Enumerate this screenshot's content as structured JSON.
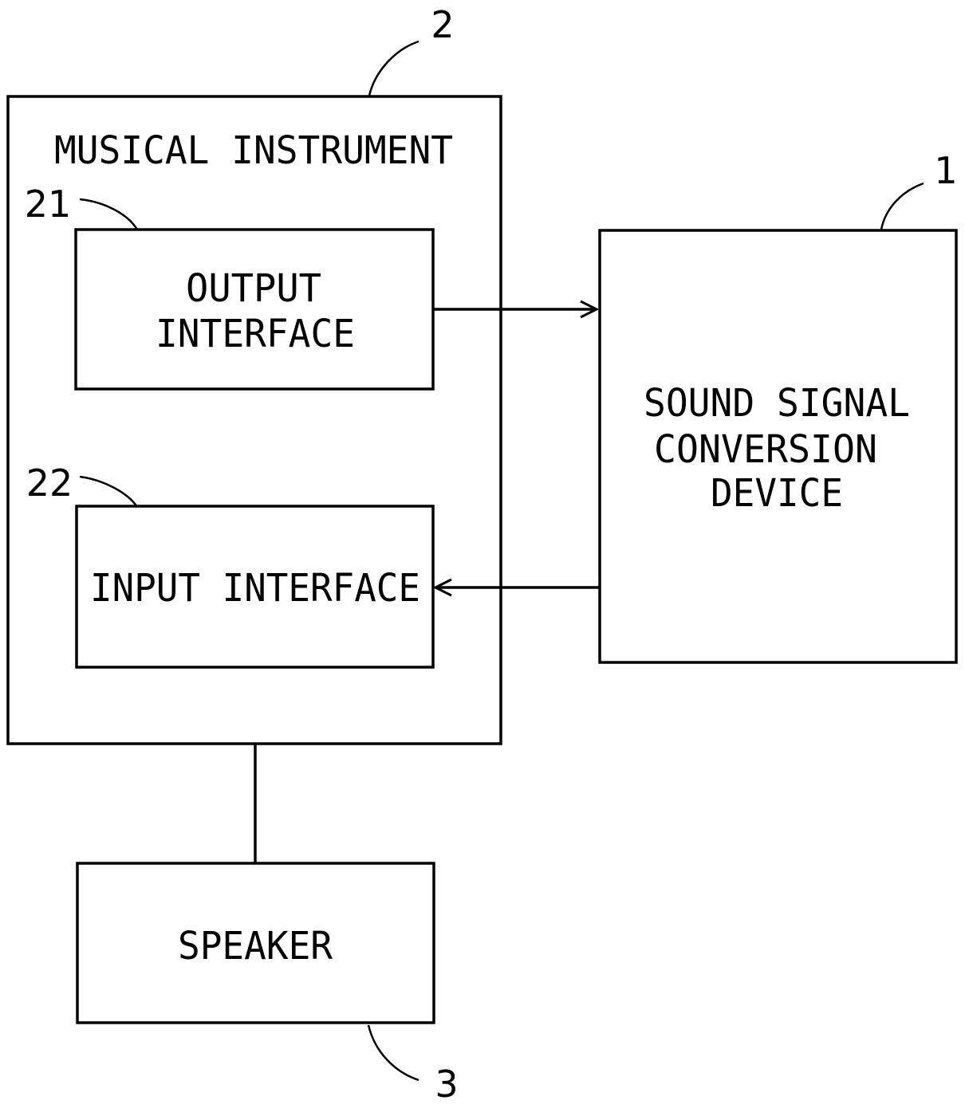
{
  "musical_instrument": {
    "ref": "2",
    "label": "MUSICAL INSTRUMENT"
  },
  "output_interface": {
    "ref": "21",
    "line1": "OUTPUT",
    "line2": "INTERFACE"
  },
  "input_interface": {
    "ref": "22",
    "label": "INPUT INTERFACE"
  },
  "conversion_device": {
    "ref": "1",
    "line1": "SOUND SIGNAL",
    "line2": "CONVERSION",
    "line3": "DEVICE"
  },
  "speaker": {
    "ref": "3",
    "label": "SPEAKER"
  }
}
